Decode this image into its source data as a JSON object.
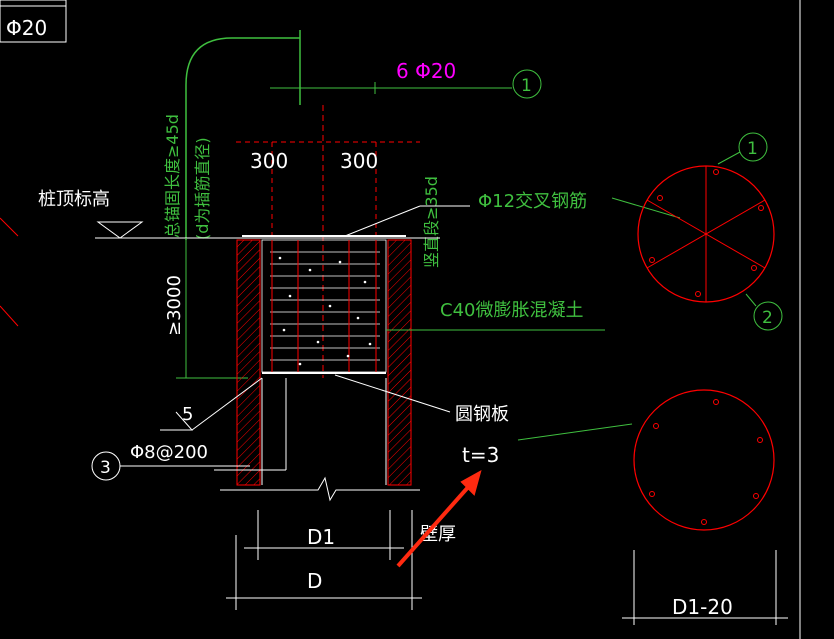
{
  "labels": {
    "topleft_box": "Φ20",
    "main_rebar": "6 Φ20",
    "callout_1": "1",
    "callout_2": "2",
    "callout_3": "3",
    "total_anchor_len": "总锚固长度≥45d",
    "d_note": "(d为插筋直径)",
    "dim_300_left": "300",
    "dim_300_right": "300",
    "straight_seg": "竖直段≥35d",
    "cross_rebar": "Φ12交叉钢筋",
    "pile_top_elev": "桩顶标高",
    "dim_3000": "≥3000",
    "concrete": "C40微膨胀混凝土",
    "weld_5": "5",
    "stirrup": "Φ8@200",
    "steel_plate": "圆钢板",
    "plate_thick": "t=3",
    "dim_D1": "D1",
    "wall_thick": "壁厚",
    "dim_D": "D",
    "dim_D1_20": "D1-20"
  },
  "colors": {
    "background": "#000000",
    "white": "#ffffff",
    "red": "#ff0000",
    "green": "#3fbf3f",
    "magenta": "#ff00ff",
    "arrow": "#ff2a10"
  }
}
